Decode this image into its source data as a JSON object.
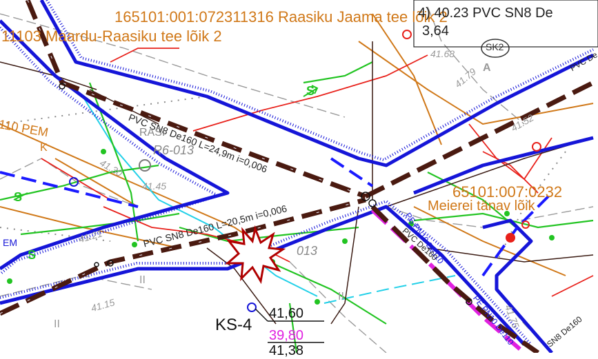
{
  "labels": {
    "parcel_top": "165101:001:072311316 Raasiku Jaama tee lõik 2",
    "road_top": "11103 Maardu-Raasiku tee lõik 2",
    "pipe_top_right": "4) 40.23 PVC SN8 De",
    "value_364": "3,64",
    "pipe_upper": "PVC SN8 De160 L=24,9m i=0,006",
    "pipe_lower": "PVC SN8 De160 L=20,5m i=0,006",
    "pem_left": "110 PEM",
    "parcel_right": "65101:007:0232",
    "road_right": "Meierei tänav lõik",
    "sk2": "SK2",
    "ks_label": "KS-4",
    "ks_top": "41,60",
    "ks_mid": "39,80",
    "ks_bottom": "41,38",
    "pe_pn10_a": "PE PN10 De110",
    "pe_pn10_b": "PE PN10 De110",
    "pvc_de160_right": "PVC De160",
    "pvc_small": "PVC De",
    "sn8_bottom_right": "SN8 De160",
    "rasi": "RASI",
    "r6_013": "R6-013",
    "r6_013b": "013",
    "pem_small": "EM",
    "h_41_21": "41.21",
    "h_41_15": "41.15",
    "h_41_45": "41.45",
    "h_41_30": "41.30",
    "h_41_79": "41.79",
    "h_41_68": "41.68",
    "h_41_75": "41.75",
    "h_41_52": "41.52",
    "roman_ii_a": "II",
    "roman_ii_b": "II",
    "roman_ii_c": "II",
    "letter_a": "A",
    "letter_k": "K",
    "letter_s1": "S",
    "letter_s2": "S",
    "letter_s3": "S"
  },
  "colors": {
    "road_edge": "#1515d8",
    "sewer": "#4a1a10",
    "storm": "#1a1aff",
    "water_red": "#e8201a",
    "gas_green": "#22c422",
    "cyan_line": "#22d0e8",
    "orange_line": "#d07818",
    "magenta_pipe": "#e020e0",
    "gray_line": "#9a9a9a",
    "dark_red_star": "#b00000",
    "text_orange": "#d07818",
    "text_dark": "#222222"
  },
  "icons": {
    "conflict_marker": "explosion-star-icon",
    "manhole": "manhole-circle-icon"
  }
}
